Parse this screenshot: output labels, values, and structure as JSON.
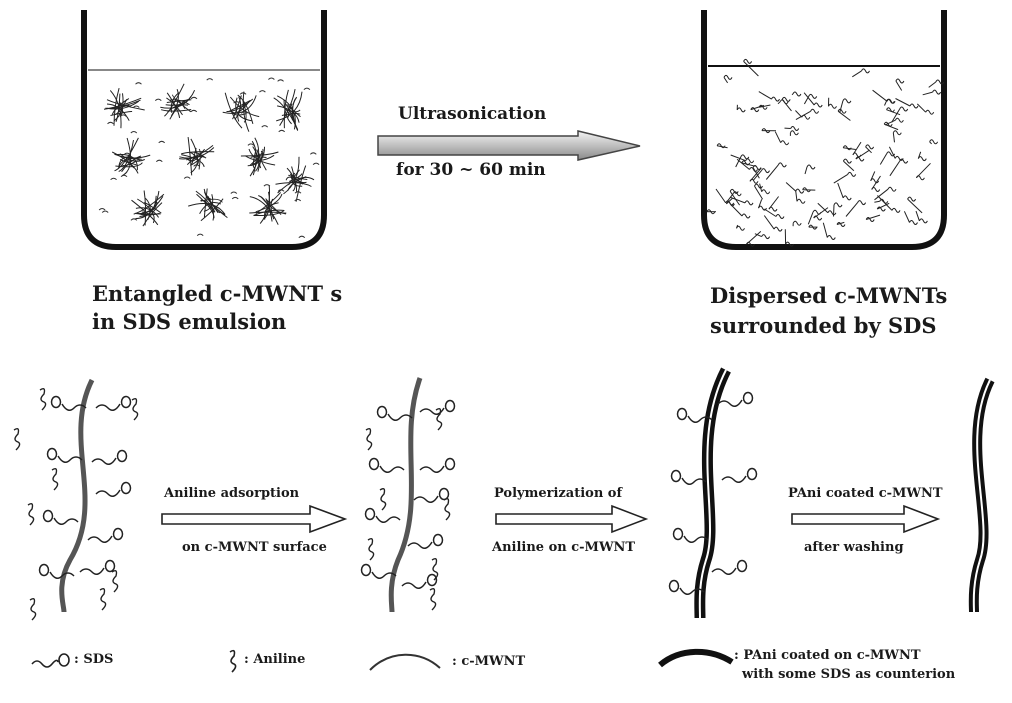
{
  "top": {
    "beaker_left_caption": [
      "Entangled c-MWNT s",
      "in SDS emulsion"
    ],
    "beaker_right_caption": [
      "Dispersed c-MWNTs",
      "surrounded by SDS"
    ],
    "arrow_label_top": "Ultrasonication",
    "arrow_label_bottom": "for 30 ~ 60 min"
  },
  "bottom": {
    "step1_top": "Aniline adsorption",
    "step1_bottom": "on c-MWNT surface",
    "step2_top": "Polymerization of",
    "step2_bottom": "Aniline on c-MWNT",
    "step3_top": "PAni coated c-MWNT",
    "step3_bottom": "after washing"
  },
  "legend": {
    "sds": ": SDS",
    "aniline": ": Aniline",
    "cmwnt": ": c-MWNT",
    "pani_line1": ": PAni coated on  c-MWNT",
    "pani_line2": "with some SDS as counterion"
  }
}
